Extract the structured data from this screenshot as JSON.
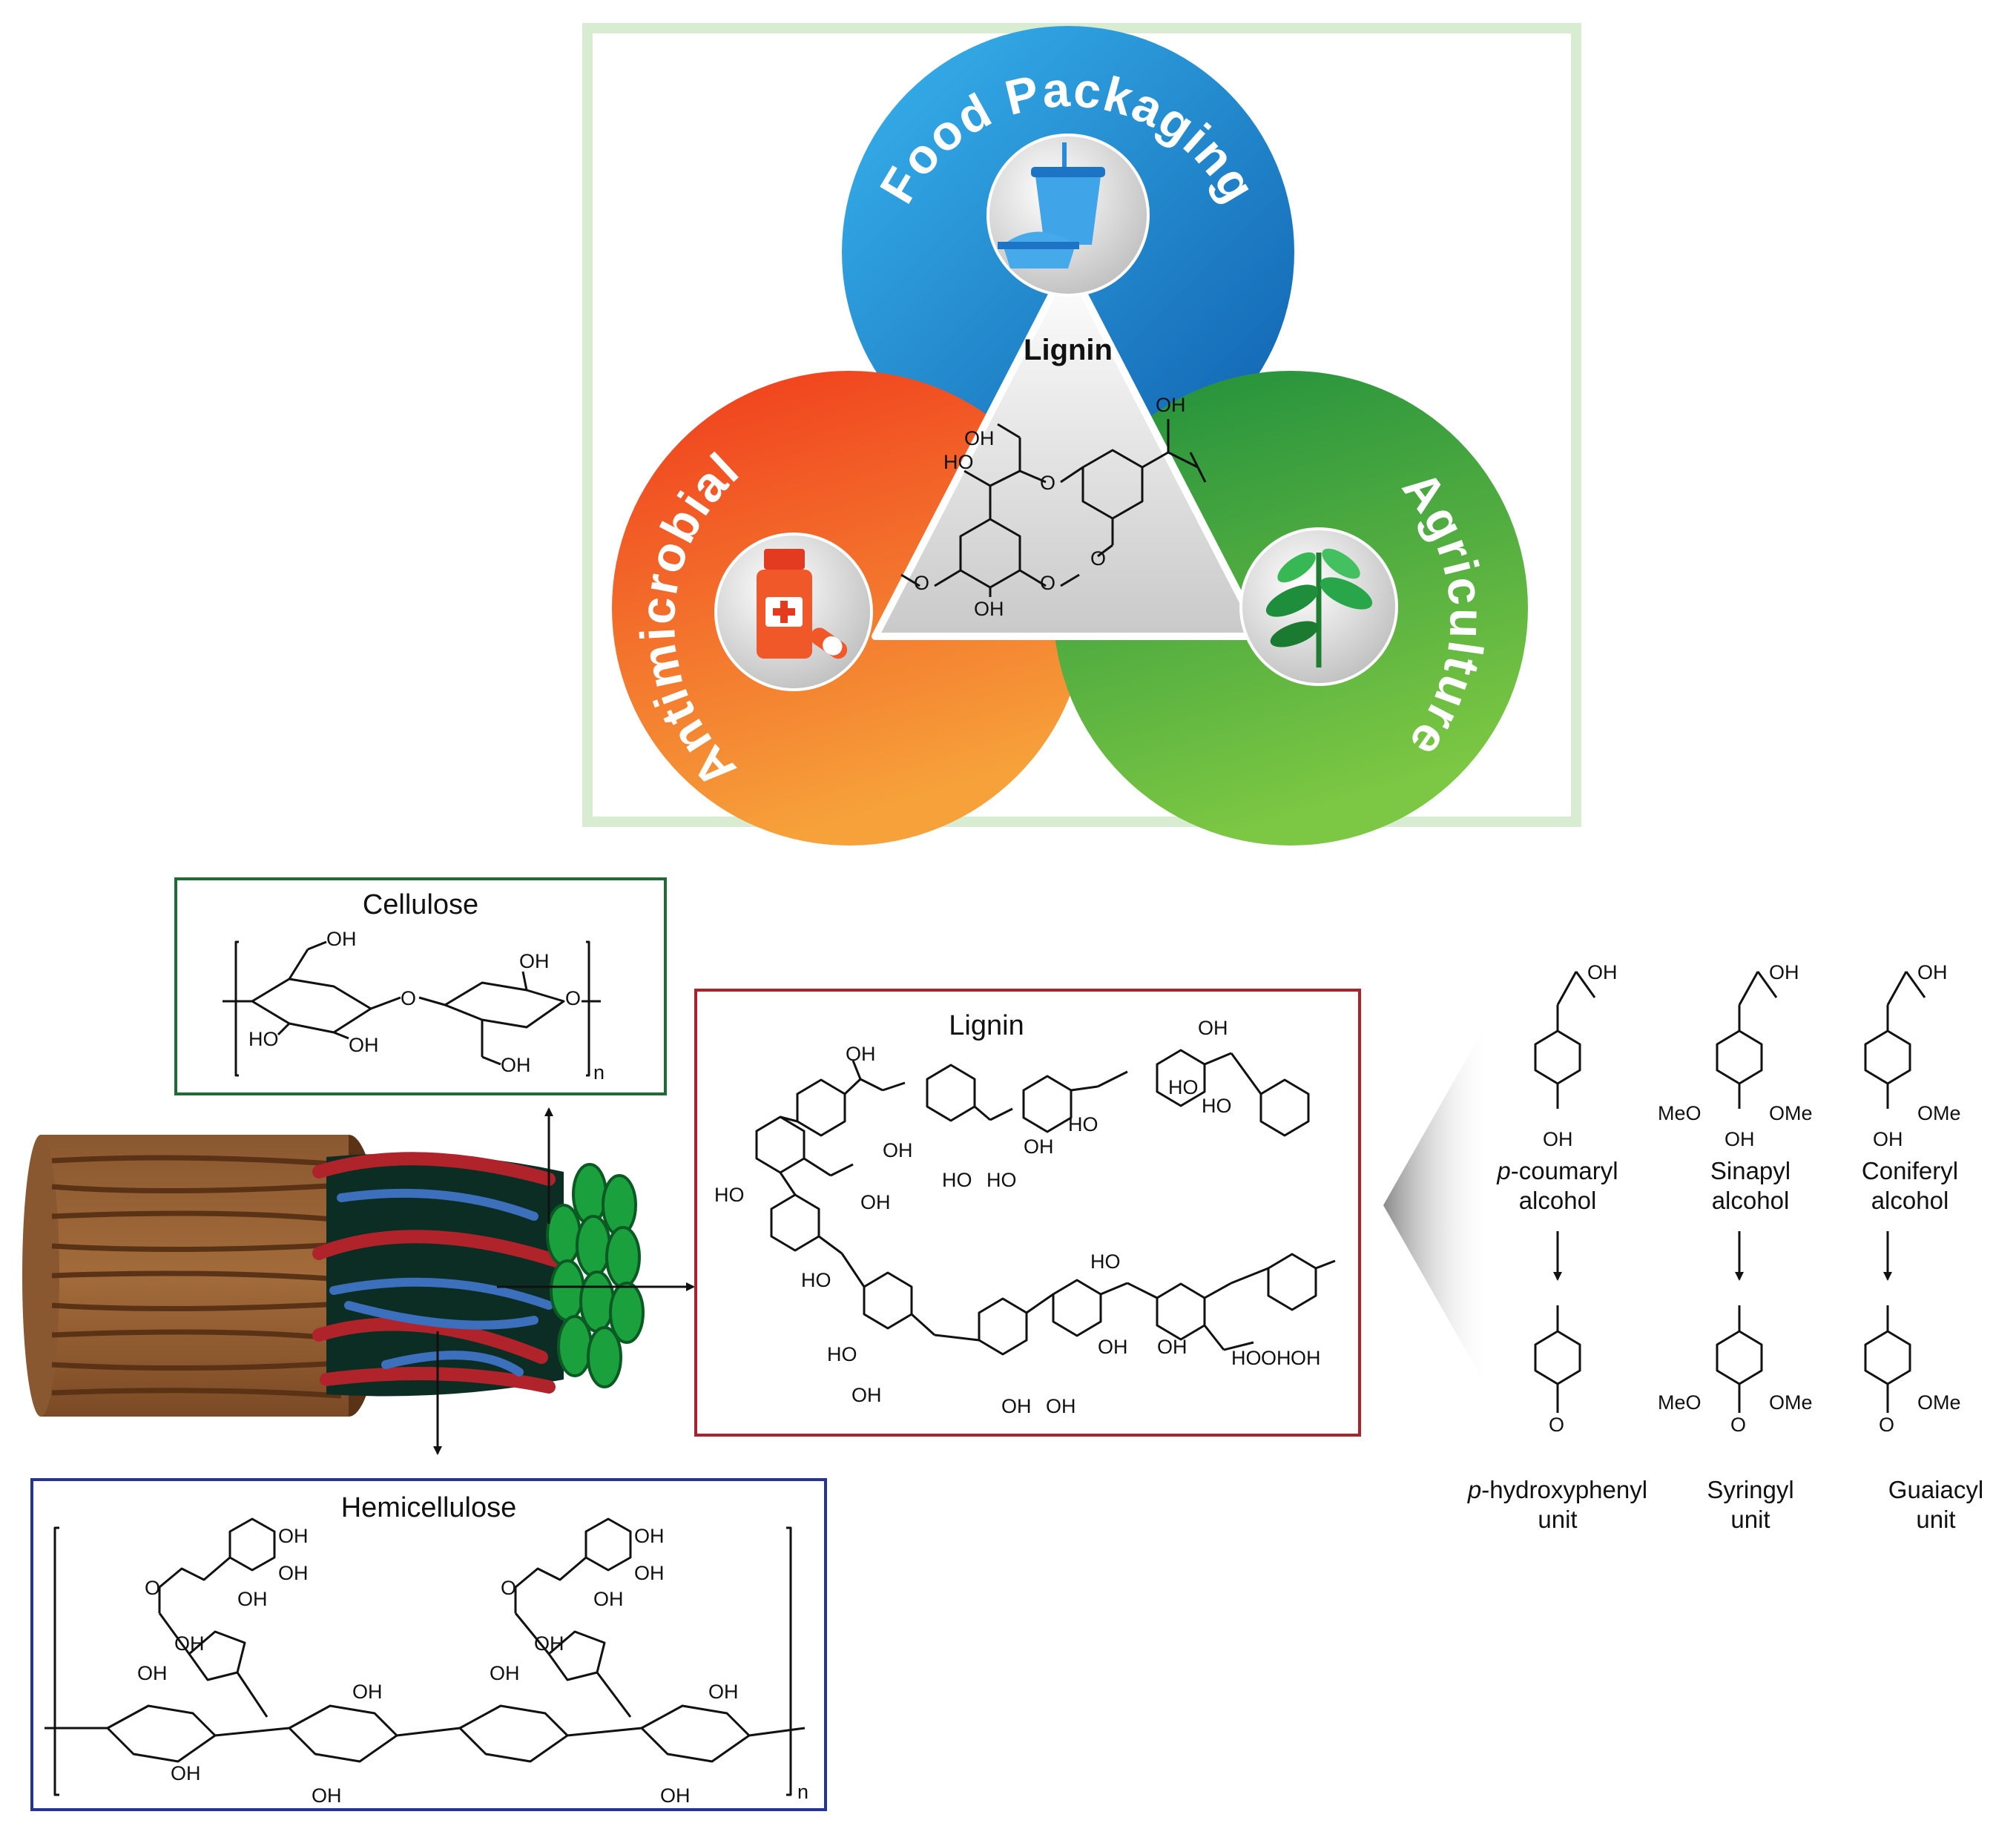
{
  "top_panel": {
    "center_label": "Lignin",
    "food_packaging": "Food Packaging",
    "antimicrobial": "Antimicrobial",
    "agriculture": "Agriculture",
    "colors": {
      "blue": "#1b86cf",
      "orange": "#f06a25",
      "green": "#2ea347",
      "frame": "#d8ecd2"
    },
    "icons": [
      "food-container-icon",
      "medicine-bottle-icon",
      "plant-icon"
    ]
  },
  "cellulose": {
    "title": "Cellulose",
    "n": "n",
    "oh1": "OH",
    "oh2": "OH",
    "ho": "HO",
    "oh3": "OH",
    "oh4": "OH",
    "color": "#1e6b35"
  },
  "hemicellulose": {
    "title": "Hemicellulose",
    "n": "n",
    "color": "#23339a",
    "labels": [
      "OH",
      "OH",
      "OH",
      "OH",
      "OH",
      "OH",
      "OH",
      "OH",
      "OH",
      "OH",
      "OH",
      "OH",
      "OH",
      "OH",
      "OH"
    ]
  },
  "lignin_box": {
    "title": "Lignin",
    "color": "#a8232b",
    "labels": [
      "OH",
      "OH",
      "HO",
      "OH",
      "HO",
      "HO",
      "HO",
      "OH",
      "HO",
      "HO",
      "OH",
      "HO",
      "HO",
      "OH",
      "OH",
      "OH",
      "OH",
      "HO",
      "OH",
      "HO",
      "OH",
      "OH",
      "OH"
    ]
  },
  "monolignols": [
    {
      "name_italic": "p",
      "name": "-coumaryl",
      "name2": "alcohol",
      "unit_italic": "p",
      "unit": "-hydroxyphenyl",
      "unit2": "unit",
      "oh": "OH",
      "oh_bottom": "OH"
    },
    {
      "name": "Sinapyl",
      "name2": "alcohol",
      "unit": "Syringyl",
      "unit2": "unit",
      "oh": "OH",
      "meo": "MeO",
      "ome": "OMe",
      "oh_bottom": "OH",
      "meo2": "MeO",
      "ome2": "OMe"
    },
    {
      "name": "Coniferyl",
      "name2": "alcohol",
      "unit": "Guaiacyl",
      "unit2": "unit",
      "oh": "OH",
      "ome": "OMe",
      "oh_bottom": "OH",
      "ome2": "OMe"
    }
  ]
}
